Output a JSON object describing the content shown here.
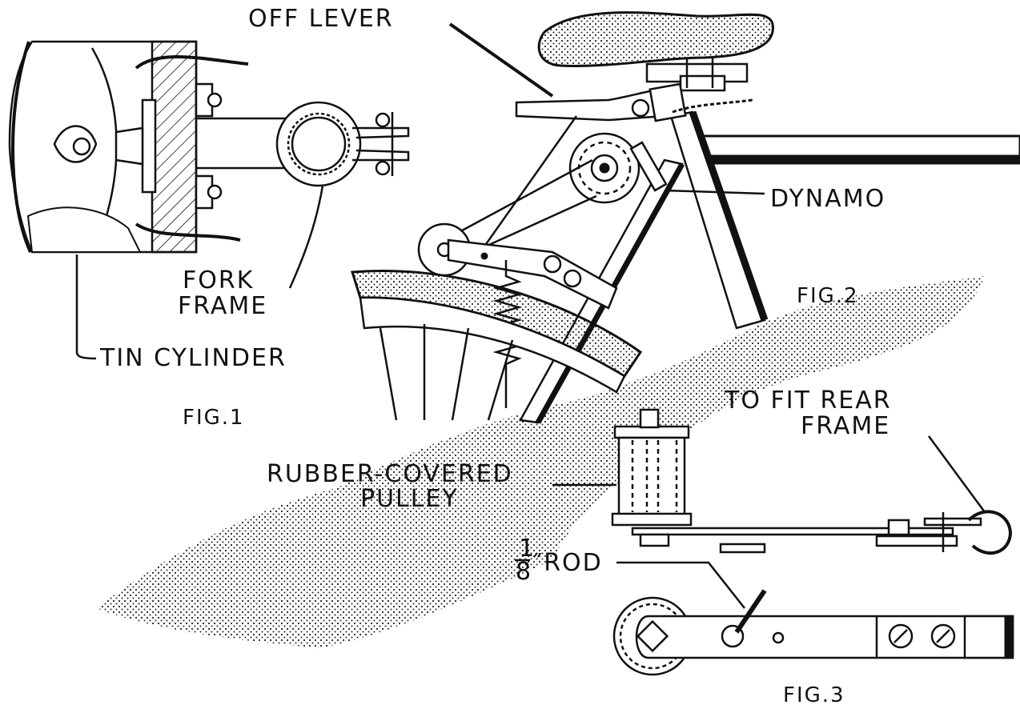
{
  "title": "Bicycle dynamo lighting arrangement",
  "colors": {
    "ink": "#111111",
    "paper": "#ffffff"
  },
  "figures": [
    {
      "id": "fig1",
      "caption": "Fig.1",
      "labels": [
        "Fork Frame",
        "Tin Cylinder"
      ]
    },
    {
      "id": "fig2",
      "caption": "Fig.2",
      "labels": [
        "Off Lever",
        "Dynamo"
      ]
    },
    {
      "id": "fig3",
      "caption": "Fig.3",
      "labels": [
        "Rubber-Covered Pulley",
        "1/8\" Rod",
        "To Fit Rear Frame"
      ]
    }
  ],
  "labels": {
    "off_lever": "OFF LEVER",
    "dynamo": "DYNAMO",
    "fork_line1": "FORK",
    "fork_line2": "FRAME",
    "tin_cylinder": "TIN CYLINDER",
    "pulley_line1": "RUBBER-COVERED",
    "pulley_line2": "PULLEY",
    "rod_num": "1",
    "rod_den": "8",
    "rod_text": "″ROD",
    "rear_line1": "TO FIT REAR",
    "rear_line2": "FRAME"
  },
  "captions": {
    "fig1": "FIG.1",
    "fig2": "FIG.2",
    "fig3": "FIG.3"
  }
}
